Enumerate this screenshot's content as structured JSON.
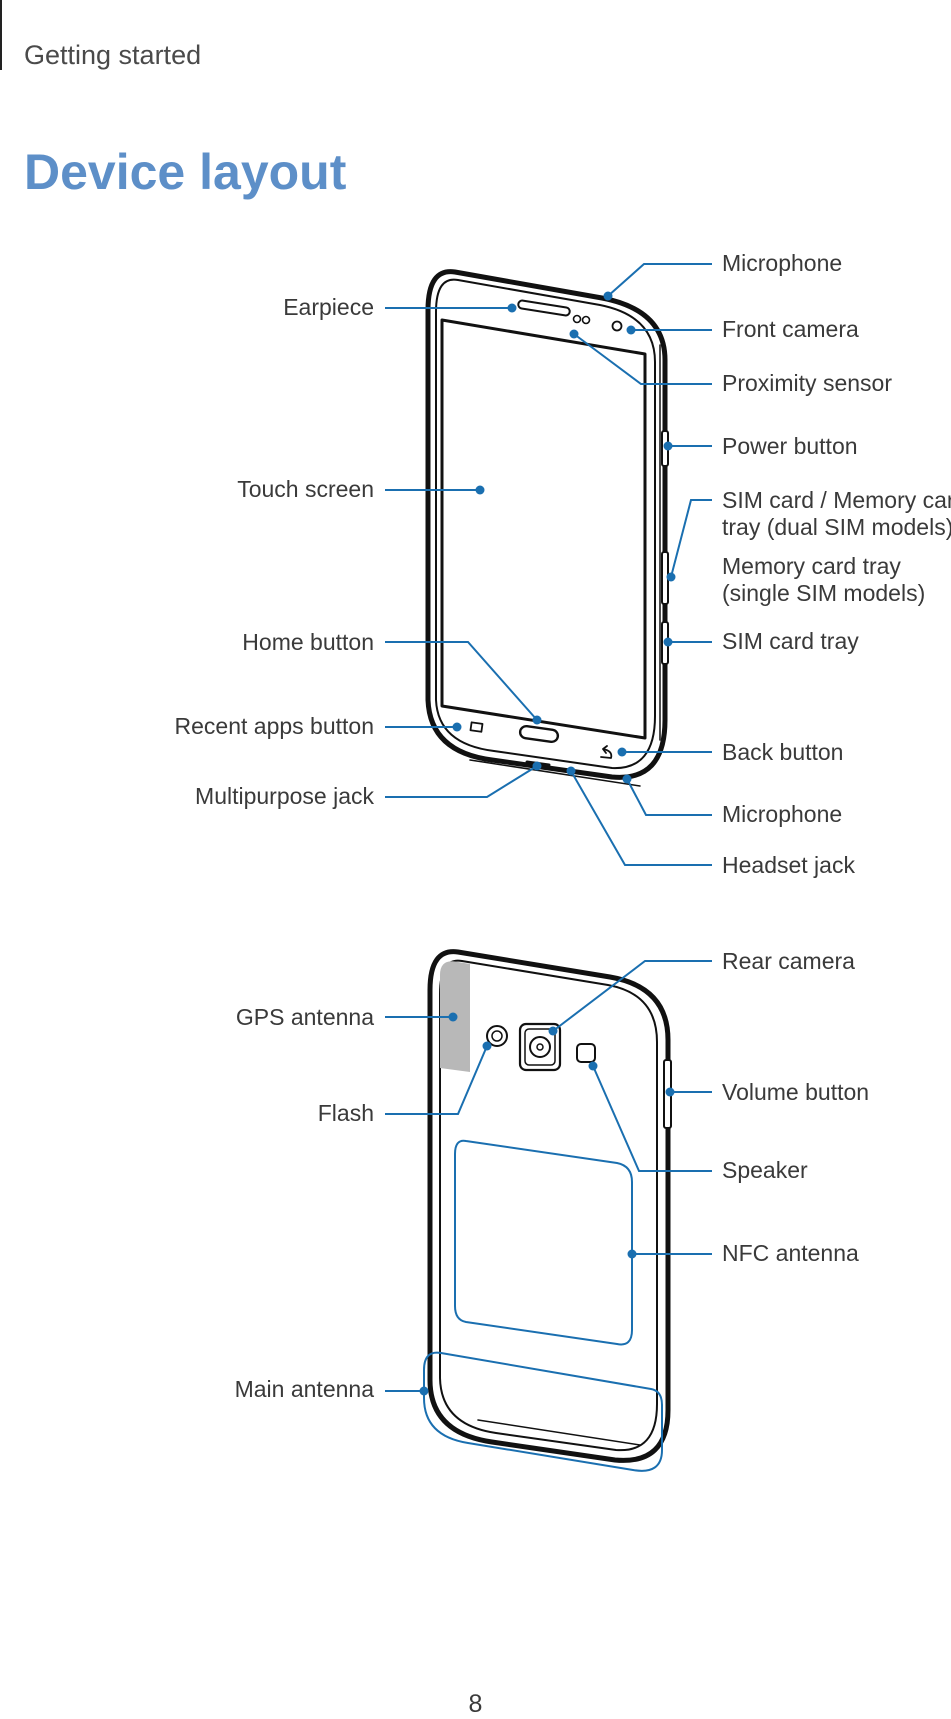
{
  "header": {
    "section": "Getting started"
  },
  "title": "Device layout",
  "front": {
    "labels": {
      "microphone_top": "Microphone",
      "earpiece": "Earpiece",
      "front_camera": "Front camera",
      "proximity_sensor": "Proximity sensor",
      "power_button": "Power button",
      "touch_screen": "Touch screen",
      "sim_memory_tray_line1": "SIM card / Memory card",
      "sim_memory_tray_line2": "tray (dual SIM models)",
      "memory_tray_line1": "Memory card tray",
      "memory_tray_line2": "(single SIM models)",
      "home_button": "Home button",
      "sim_card_tray": "SIM card tray",
      "recent_apps_button": "Recent apps button",
      "back_button": "Back button",
      "multipurpose_jack": "Multipurpose jack",
      "microphone_bottom": "Microphone",
      "headset_jack": "Headset jack"
    }
  },
  "back": {
    "labels": {
      "rear_camera": "Rear camera",
      "gps_antenna": "GPS antenna",
      "volume_button": "Volume button",
      "flash": "Flash",
      "speaker": "Speaker",
      "nfc_antenna": "NFC antenna",
      "main_antenna": "Main antenna"
    }
  },
  "colors": {
    "callout": "#1a6fb0",
    "title": "#5d8fc8",
    "gps_region": "#b8b8b8"
  },
  "page_number": "8"
}
